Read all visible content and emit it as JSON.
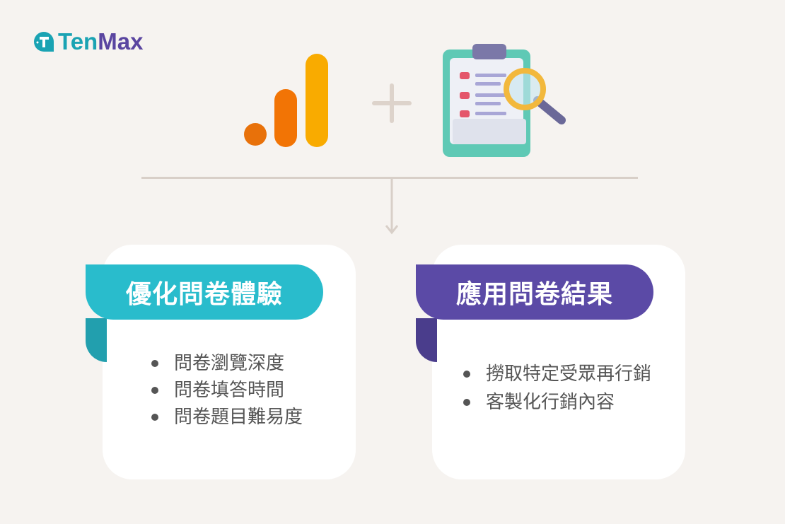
{
  "brand": {
    "logo_text_1": "Ten",
    "logo_text_2": "Max"
  },
  "icons": {
    "left": "google-analytics-icon",
    "plus": "plus-icon",
    "right": "survey-clipboard-magnifier-icon"
  },
  "colors": {
    "background": "#f6f3f0",
    "teal": "#29bccc",
    "purple": "#5b4aa6",
    "orange": "#e8710a",
    "amber": "#f9ab00"
  },
  "cards": [
    {
      "title": "優化問卷體驗",
      "items": [
        "問卷瀏覽深度",
        "問卷填答時間",
        "問卷題目難易度"
      ]
    },
    {
      "title": "應用問卷結果",
      "items": [
        "撈取特定受眾再行銷",
        "客製化行銷內容"
      ]
    }
  ]
}
